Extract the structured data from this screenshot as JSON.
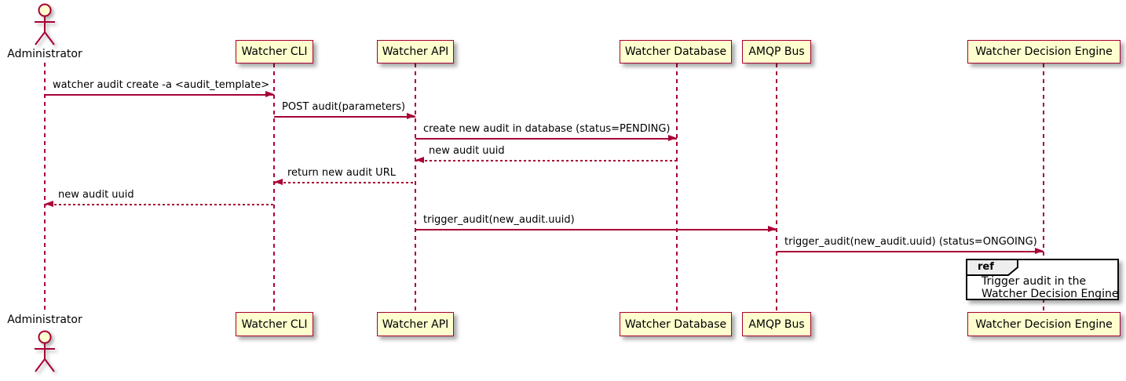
{
  "diagram_type": "sequence-diagram",
  "colors": {
    "background": "#FFFFFF",
    "participant_fill": "#FEFECE",
    "participant_border": "#A80036",
    "arrow": "#A80036",
    "lifeline": "#A80036",
    "text": "#000000",
    "ref_border": "#000000",
    "ref_tab_fill": "#EEEEEE"
  },
  "actor": {
    "label": "Administrator",
    "icon": "stick-figure-icon"
  },
  "participants": [
    {
      "label": "Watcher CLI"
    },
    {
      "label": "Watcher API"
    },
    {
      "label": "Watcher Database"
    },
    {
      "label": "AMQP Bus"
    },
    {
      "label": "Watcher Decision Engine"
    }
  ],
  "messages": [
    {
      "from": "Administrator",
      "to": "Watcher CLI",
      "label": "watcher audit create -a <audit_template>",
      "line": "solid"
    },
    {
      "from": "Watcher CLI",
      "to": "Watcher API",
      "label": "POST audit(parameters)",
      "line": "solid"
    },
    {
      "from": "Watcher API",
      "to": "Watcher Database",
      "label": "create new audit in database (status=PENDING)",
      "line": "solid"
    },
    {
      "from": "Watcher Database",
      "to": "Watcher API",
      "label": "new audit uuid",
      "line": "dashed"
    },
    {
      "from": "Watcher API",
      "to": "Watcher CLI",
      "label": "return new audit URL",
      "line": "dashed"
    },
    {
      "from": "Watcher CLI",
      "to": "Administrator",
      "label": "new audit uuid",
      "line": "dashed"
    },
    {
      "from": "Watcher API",
      "to": "AMQP Bus",
      "label": "trigger_audit(new_audit.uuid)",
      "line": "solid"
    },
    {
      "from": "AMQP Bus",
      "to": "Watcher Decision Engine",
      "label": "trigger_audit(new_audit.uuid) (status=ONGOING)",
      "line": "solid"
    }
  ],
  "ref": {
    "tab_label": "ref",
    "line1": "Trigger audit in the",
    "line2": "Watcher Decision Engine"
  }
}
